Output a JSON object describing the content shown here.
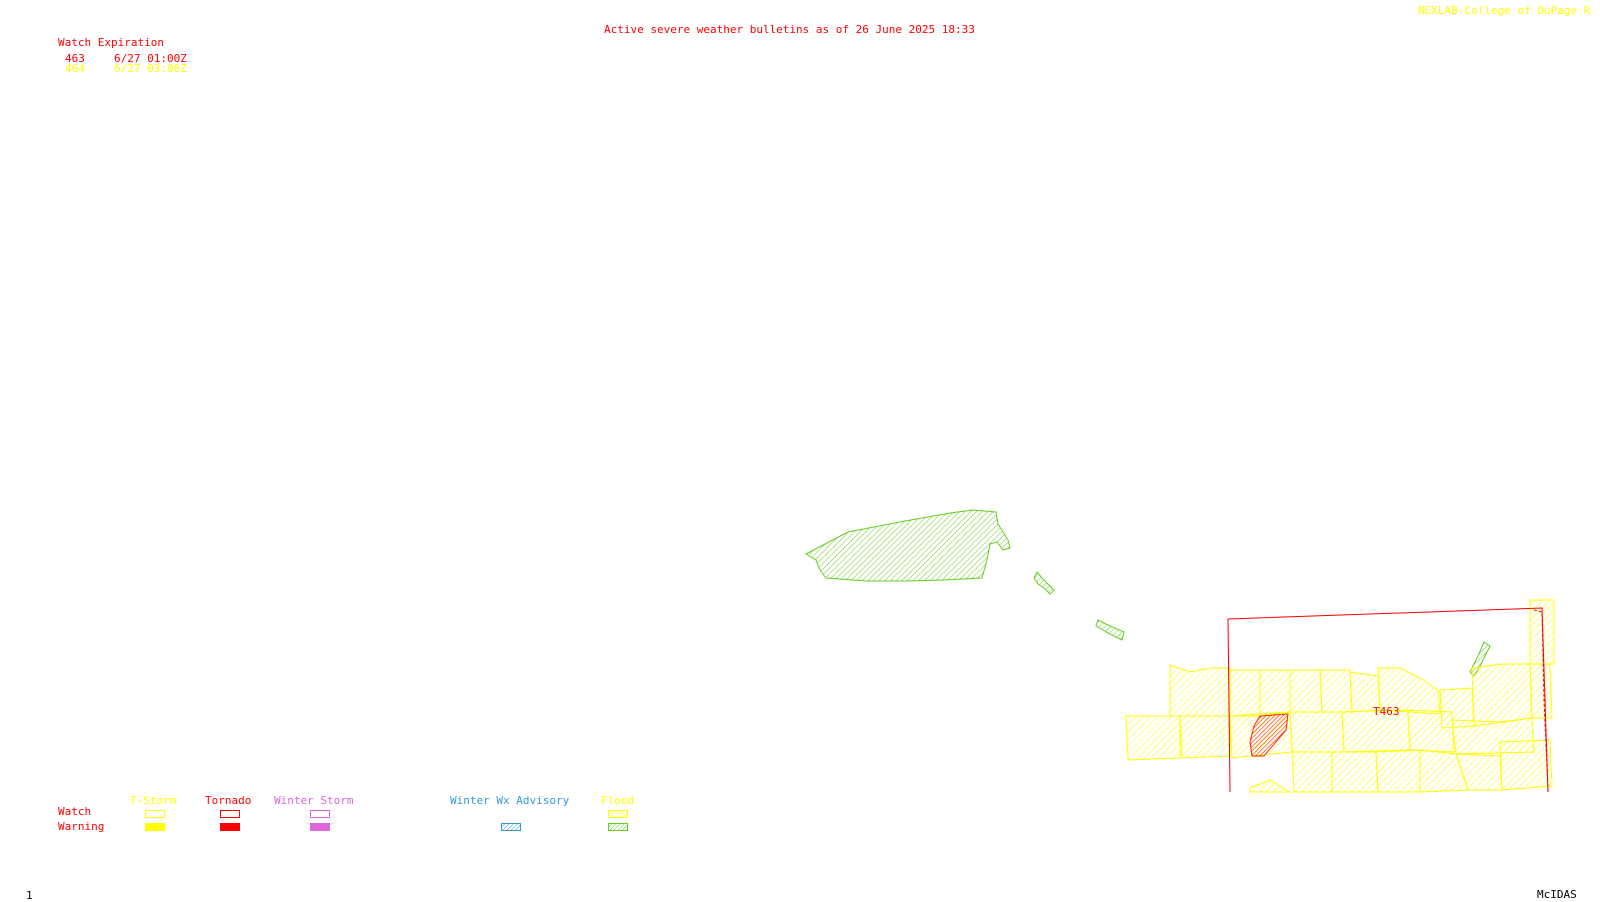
{
  "header": {
    "title": "Active severe weather bulletins as of 26 June 2025 18:33",
    "credit": "NEXLAB-College of DuPage R"
  },
  "expiration": {
    "heading": "Watch Expiration",
    "rows": [
      {
        "id": "463",
        "time": "6/27 01:00Z",
        "color": "#ff0000"
      },
      {
        "id": "464",
        "time": "6/27 03:00Z",
        "color": "#ffff00"
      }
    ]
  },
  "map": {
    "watch_label": "T463",
    "watch_color": "#ff0000",
    "tstorm_color": "#ffff00",
    "tornado_color": "#ff2000",
    "flood_color": "#66cc22"
  },
  "legend": {
    "row_watch": "Watch",
    "row_warning": "Warning",
    "columns": [
      {
        "label": "T-Storm",
        "color": "#ffff00"
      },
      {
        "label": "Tornado",
        "color": "#ff0000"
      },
      {
        "label": "Winter Storm",
        "color": "#dd66dd"
      },
      {
        "label": "Winter Wx Advisory",
        "color": "#3399dd"
      },
      {
        "label": "Flood",
        "color": "#ffff00"
      }
    ]
  },
  "footer": {
    "page": "1",
    "software": "McIDAS"
  }
}
